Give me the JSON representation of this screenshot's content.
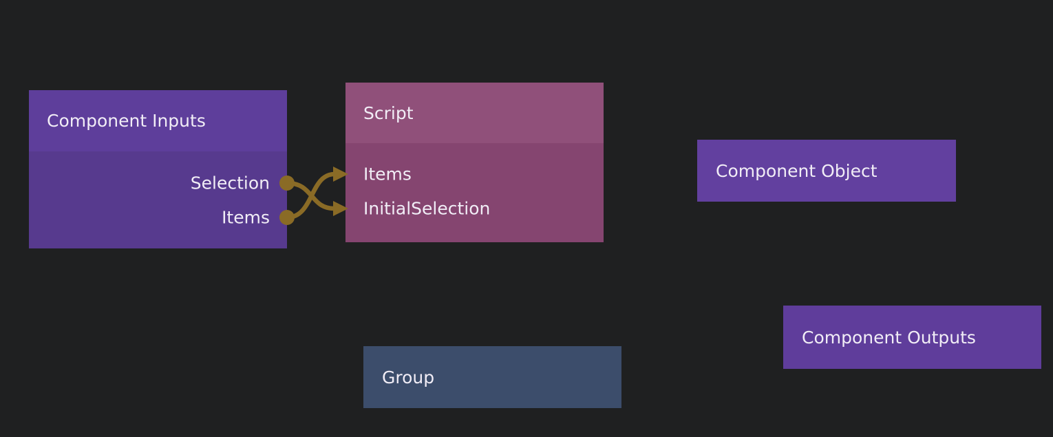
{
  "canvas": {
    "background": "#1f2021",
    "wire_color": "#8a6b26",
    "text_color": "#f1edf6"
  },
  "nodes": {
    "component_inputs": {
      "title": "Component Inputs",
      "header_color": "#5e3e9b",
      "body_color": "#573a8e",
      "outputs": [
        {
          "label": "Selection"
        },
        {
          "label": "Items"
        }
      ]
    },
    "script": {
      "title": "Script",
      "header_color": "#90507a",
      "body_color": "#854570",
      "inputs": [
        {
          "label": "Items"
        },
        {
          "label": "InitialSelection"
        }
      ]
    },
    "component_object": {
      "title": "Component Object",
      "color": "#62409f"
    },
    "component_outputs": {
      "title": "Component Outputs",
      "color": "#5f3d9b"
    },
    "group": {
      "title": "Group",
      "color": "#3c4d6b"
    }
  },
  "connections": [
    {
      "from": "Component Inputs.Selection",
      "to": "Script.InitialSelection"
    },
    {
      "from": "Component Inputs.Items",
      "to": "Script.Items"
    }
  ]
}
